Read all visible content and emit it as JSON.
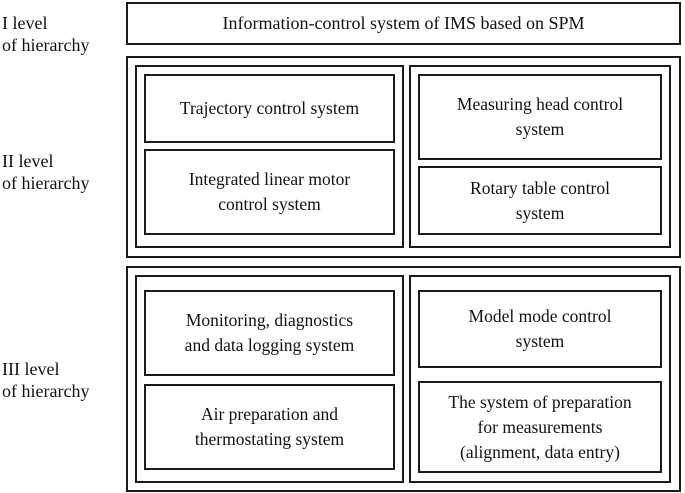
{
  "levels": [
    {
      "label": "I level\nof hierarchy"
    },
    {
      "label": "II level\nof hierarchy"
    },
    {
      "label": "III level\nof hierarchy"
    }
  ],
  "top": {
    "title": "Information-control system of IMS based on SPM"
  },
  "level2": {
    "left": [
      "Trajectory control system",
      "Integrated linear motor\ncontrol system"
    ],
    "right": [
      "Measuring head control\nsystem",
      "Rotary table control\nsystem"
    ]
  },
  "level3": {
    "left": [
      "Monitoring, diagnostics\nand data logging system",
      "Air preparation and\nthermostating system"
    ],
    "right": [
      "Model mode control\nsystem",
      "The system of preparation\nfor measurements\n(alignment, data entry)"
    ]
  }
}
